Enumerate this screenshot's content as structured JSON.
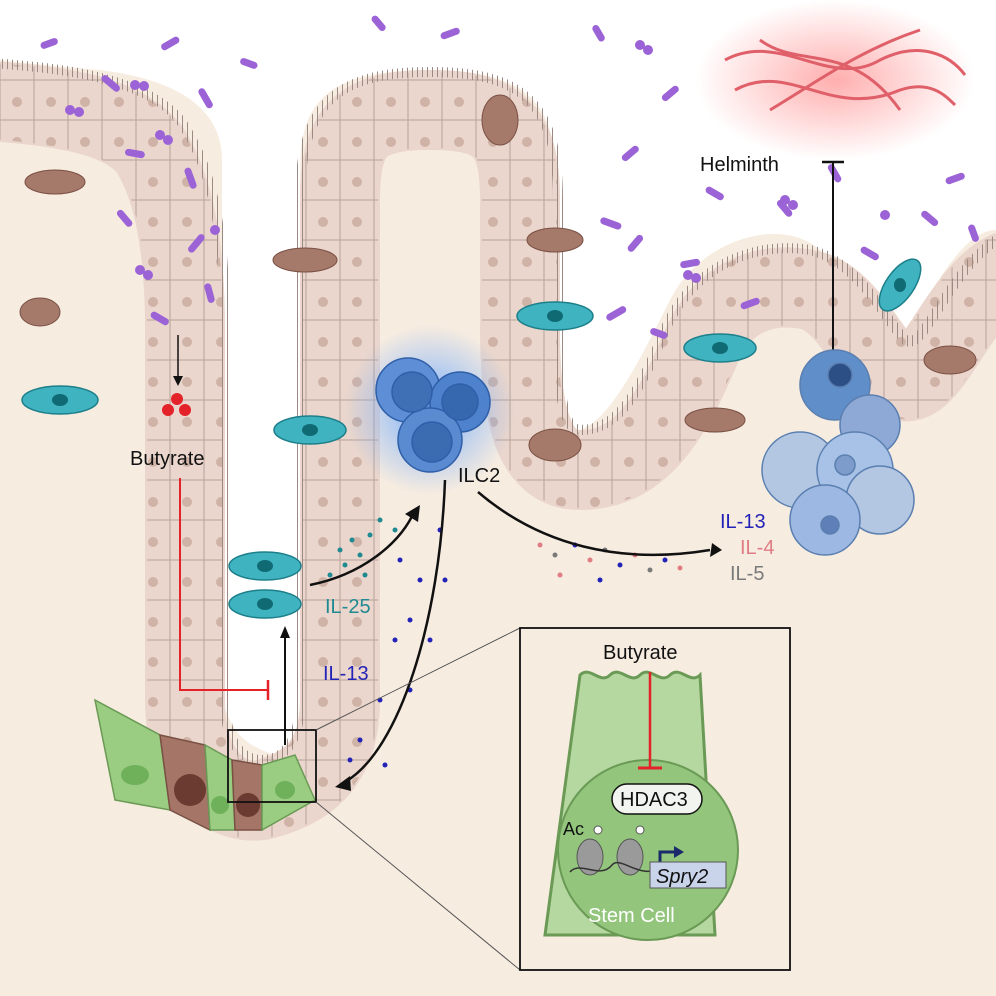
{
  "labels": {
    "butyrate_lumen": "Butyrate",
    "helminth": "Helminth",
    "ilc2": "ILC2",
    "il25": "IL-25",
    "il13_left": "IL-13",
    "il13_right": "IL-13",
    "il4": "IL-4",
    "il5": "IL-5"
  },
  "inset": {
    "butyrate": "Butyrate",
    "hdac3": "HDAC3",
    "ac": "Ac",
    "gene": "Spry2",
    "cell_label": "Stem Cell"
  },
  "colors": {
    "background": "#f7ece0",
    "lumen": "#ffffff",
    "epithelium": "#ead6cc",
    "cell_border": "#9c8a82",
    "goblet": "#a67a6a",
    "tuft": "#3fb3c0",
    "stem": "#9acd82",
    "bacteria": "#9b63d6",
    "ilc2": "#4a82cc",
    "il25_text": "#1f8a91",
    "il13_text": "#2323b8",
    "il4_text": "#e07c84",
    "il5_text": "#7a7a7a",
    "inhibition": "#e3222a",
    "helminth": "#e0606a"
  }
}
